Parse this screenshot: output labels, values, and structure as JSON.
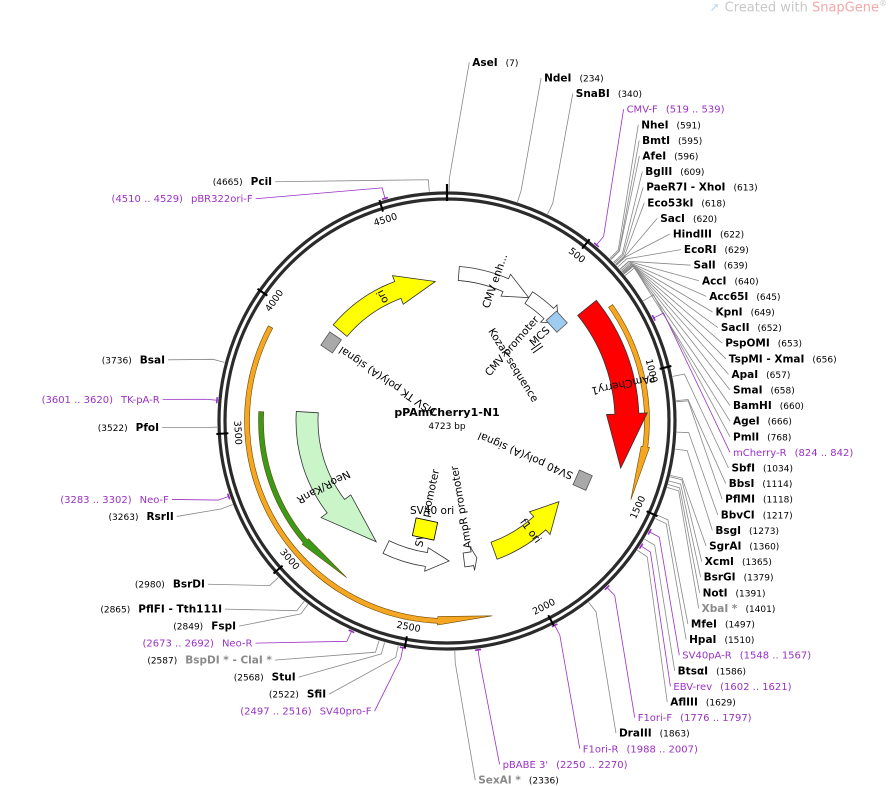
{
  "watermark": {
    "prefix": "Created with ",
    "brand": "SnapGene",
    "reg": "®"
  },
  "plasmid": {
    "name": "pPAmCherry1-N1",
    "size_label": "4723 bp",
    "length": 4723
  },
  "colors": {
    "ring": "#2b2b2b",
    "primer": "#9a31c4",
    "tick": "#000000",
    "leader": "#888888",
    "ori": "#ffff00",
    "mcherry": "#ff0000",
    "neo": "#c9f5c9",
    "orange": "#f5a623",
    "green": "#3a9a1a",
    "mcs": "#9ecbf0",
    "polya": "#a9a9a9",
    "white": "#ffffff"
  },
  "ticks": [
    {
      "pos": 500,
      "label": "500"
    },
    {
      "pos": 1000,
      "label": "1000"
    },
    {
      "pos": 1500,
      "label": "1500"
    },
    {
      "pos": 2000,
      "label": "2000"
    },
    {
      "pos": 2500,
      "label": "2500"
    },
    {
      "pos": 3000,
      "label": "3000"
    },
    {
      "pos": 3500,
      "label": "3500"
    },
    {
      "pos": 4000,
      "label": "4000"
    },
    {
      "pos": 4500,
      "label": "4500"
    }
  ],
  "features": [
    {
      "label": "ori",
      "start": 4070,
      "end": 4660,
      "dir": "fwd",
      "color": "#ffff00",
      "r": 140,
      "w": 18,
      "labelPos": "inside"
    },
    {
      "label": "CMV enh...",
      "start": 60,
      "end": 440,
      "dir": "fwd",
      "color": "#ffffff",
      "r": 148,
      "w": 14,
      "labelPos": "inside"
    },
    {
      "label": "CMV promoter",
      "start": 440,
      "end": 640,
      "dir": "fwd",
      "color": "#ffffff",
      "r": 148,
      "w": 14,
      "labelPos": "below"
    },
    {
      "label": "MCS",
      "start": 605,
      "end": 650,
      "dir": "none",
      "color": "#9ecbf0",
      "r": 148,
      "w": 14,
      "labelPos": "below"
    },
    {
      "label": "PAmCherry1",
      "start": 670,
      "end": 1380,
      "dir": "fwd",
      "color": "#ff0000",
      "r": 180,
      "w": 24,
      "labelPos": "inside",
      "labelColor": "#ffffff"
    },
    {
      "label": "SV40 poly(A) signal",
      "start": 1470,
      "end": 1510,
      "dir": "none",
      "color": "#a9a9a9",
      "r": 148,
      "w": 14,
      "labelPos": "below"
    },
    {
      "label": "f1 ori",
      "start": 1650,
      "end": 2100,
      "dir": "rev",
      "color": "#ffff00",
      "r": 138,
      "w": 18,
      "labelPos": "inside"
    },
    {
      "label": "AmpR promoter",
      "start": 2200,
      "end": 2270,
      "dir": "rev",
      "color": "#ffffff",
      "r": 140,
      "w": 14,
      "labelPos": "below"
    },
    {
      "label": "SV40 promoter",
      "start": 2350,
      "end": 2700,
      "dir": "rev",
      "color": "#ffffff",
      "r": 140,
      "w": 14,
      "labelPos": "below"
    },
    {
      "label": "NeoR/KanR",
      "start": 2760,
      "end": 3590,
      "dir": "rev",
      "color": "#c9f5c9",
      "r": 140,
      "w": 22,
      "labelPos": "inside"
    },
    {
      "label": "HSV TK poly(A) signal",
      "start": 3970,
      "end": 4010,
      "dir": "none",
      "color": "#a9a9a9",
      "r": 140,
      "w": 14,
      "labelPos": "below"
    }
  ],
  "arcs": [
    {
      "start": 720,
      "end": 1485,
      "r": 200,
      "color": "#f5a623",
      "dir": "fwd"
    },
    {
      "start": 2190,
      "end": 3910,
      "r": 200,
      "color": "#f5a623",
      "dir": "rev"
    },
    {
      "start": 2790,
      "end": 3580,
      "r": 186,
      "color": "#3a9a1a",
      "dir": "rev"
    }
  ],
  "features_text": {
    "sv40_ori": "SV40 ori",
    "kozak": "Kozak sequence"
  },
  "sites": [
    {
      "name": "AseI",
      "pos": "(7)",
      "bp": 7,
      "type": "enzyme"
    },
    {
      "name": "NdeI",
      "pos": "(234)",
      "bp": 234,
      "type": "enzyme"
    },
    {
      "name": "SnaBI",
      "pos": "(340)",
      "bp": 340,
      "type": "enzyme"
    },
    {
      "name": "CMV-F",
      "pos": "(519 .. 539)",
      "bp": 529,
      "type": "primer"
    },
    {
      "name": "NheI",
      "pos": "(591)",
      "bp": 591,
      "type": "enzyme"
    },
    {
      "name": "BmtI",
      "pos": "(595)",
      "bp": 595,
      "type": "enzyme"
    },
    {
      "name": "AfeI",
      "pos": "(596)",
      "bp": 596,
      "type": "enzyme"
    },
    {
      "name": "BglII",
      "pos": "(609)",
      "bp": 609,
      "type": "enzyme"
    },
    {
      "name": "PaeR7I - XhoI",
      "pos": "(613)",
      "bp": 613,
      "type": "enzyme"
    },
    {
      "name": "Eco53kI",
      "pos": "(618)",
      "bp": 618,
      "type": "enzyme"
    },
    {
      "name": "SacI",
      "pos": "(620)",
      "bp": 620,
      "type": "enzyme"
    },
    {
      "name": "HindIII",
      "pos": "(622)",
      "bp": 622,
      "type": "enzyme"
    },
    {
      "name": "EcoRI",
      "pos": "(629)",
      "bp": 629,
      "type": "enzyme"
    },
    {
      "name": "SalI",
      "pos": "(639)",
      "bp": 639,
      "type": "enzyme"
    },
    {
      "name": "AccI",
      "pos": "(640)",
      "bp": 640,
      "type": "enzyme"
    },
    {
      "name": "Acc65I",
      "pos": "(645)",
      "bp": 645,
      "type": "enzyme"
    },
    {
      "name": "KpnI",
      "pos": "(649)",
      "bp": 649,
      "type": "enzyme"
    },
    {
      "name": "SacII",
      "pos": "(652)",
      "bp": 652,
      "type": "enzyme"
    },
    {
      "name": "PspOMI",
      "pos": "(653)",
      "bp": 653,
      "type": "enzyme"
    },
    {
      "name": "TspMI - XmaI",
      "pos": "(656)",
      "bp": 656,
      "type": "enzyme"
    },
    {
      "name": "ApaI",
      "pos": "(657)",
      "bp": 657,
      "type": "enzyme"
    },
    {
      "name": "SmaI",
      "pos": "(658)",
      "bp": 658,
      "type": "enzyme"
    },
    {
      "name": "BamHI",
      "pos": "(660)",
      "bp": 660,
      "type": "enzyme"
    },
    {
      "name": "AgeI",
      "pos": "(666)",
      "bp": 666,
      "type": "enzyme"
    },
    {
      "name": "PmlI",
      "pos": "(768)",
      "bp": 768,
      "type": "enzyme"
    },
    {
      "name": "mCherry-R",
      "pos": "(824 .. 842)",
      "bp": 833,
      "type": "primer"
    },
    {
      "name": "SbfI",
      "pos": "(1034)",
      "bp": 1034,
      "type": "enzyme"
    },
    {
      "name": "BbsI",
      "pos": "(1114)",
      "bp": 1114,
      "type": "enzyme"
    },
    {
      "name": "PflMI",
      "pos": "(1118)",
      "bp": 1118,
      "type": "enzyme"
    },
    {
      "name": "BbvCI",
      "pos": "(1217)",
      "bp": 1217,
      "type": "enzyme"
    },
    {
      "name": "BsgI",
      "pos": "(1273)",
      "bp": 1273,
      "type": "enzyme"
    },
    {
      "name": "SgrAI",
      "pos": "(1360)",
      "bp": 1360,
      "type": "enzyme"
    },
    {
      "name": "XcmI",
      "pos": "(1365)",
      "bp": 1365,
      "type": "enzyme"
    },
    {
      "name": "BsrGI",
      "pos": "(1379)",
      "bp": 1379,
      "type": "enzyme"
    },
    {
      "name": "NotI",
      "pos": "(1391)",
      "bp": 1391,
      "type": "enzyme"
    },
    {
      "name": "XbaI *",
      "pos": "(1401)",
      "bp": 1401,
      "type": "gray"
    },
    {
      "name": "MfeI",
      "pos": "(1497)",
      "bp": 1497,
      "type": "enzyme"
    },
    {
      "name": "HpaI",
      "pos": "(1510)",
      "bp": 1510,
      "type": "enzyme"
    },
    {
      "name": "SV40pA-R",
      "pos": "(1548 .. 1567)",
      "bp": 1557,
      "type": "primer"
    },
    {
      "name": "BtsαI",
      "pos": "(1586)",
      "bp": 1586,
      "type": "enzyme"
    },
    {
      "name": "EBV-rev",
      "pos": "(1602 .. 1621)",
      "bp": 1611,
      "type": "primer"
    },
    {
      "name": "AflIII",
      "pos": "(1629)",
      "bp": 1629,
      "type": "enzyme"
    },
    {
      "name": "F1ori-F",
      "pos": "(1776 .. 1797)",
      "bp": 1786,
      "type": "primer"
    },
    {
      "name": "DraIII",
      "pos": "(1863)",
      "bp": 1863,
      "type": "enzyme"
    },
    {
      "name": "F1ori-R",
      "pos": "(1988 .. 2007)",
      "bp": 1997,
      "type": "primer"
    },
    {
      "name": "pBABE 3'",
      "pos": "(2250 .. 2270)",
      "bp": 2260,
      "type": "primer"
    },
    {
      "name": "SexAI *",
      "pos": "(2336)",
      "bp": 2336,
      "type": "gray"
    },
    {
      "name": "SV40pro-F",
      "pos": "(2497 .. 2516)",
      "bp": 2506,
      "type": "primer"
    },
    {
      "name": "SfiI",
      "pos": "(2522)",
      "bp": 2522,
      "type": "enzyme"
    },
    {
      "name": "StuI",
      "pos": "(2568)",
      "bp": 2568,
      "type": "enzyme"
    },
    {
      "name": "BspDI * - ClaI *",
      "pos": "(2587)",
      "bp": 2587,
      "type": "gray"
    },
    {
      "name": "Neo-R",
      "pos": "(2673 .. 2692)",
      "bp": 2682,
      "type": "primer"
    },
    {
      "name": "FspI",
      "pos": "(2849)",
      "bp": 2849,
      "type": "enzyme"
    },
    {
      "name": "PflFI - Tth111I",
      "pos": "(2865)",
      "bp": 2865,
      "type": "enzyme"
    },
    {
      "name": "BsrDI",
      "pos": "(2980)",
      "bp": 2980,
      "type": "enzyme"
    },
    {
      "name": "RsrII",
      "pos": "(3263)",
      "bp": 3263,
      "type": "enzyme"
    },
    {
      "name": "Neo-F",
      "pos": "(3283 .. 3302)",
      "bp": 3292,
      "type": "primer"
    },
    {
      "name": "PfoI",
      "pos": "(3522)",
      "bp": 3522,
      "type": "enzyme"
    },
    {
      "name": "TK-pA-R",
      "pos": "(3601 .. 3620)",
      "bp": 3610,
      "type": "primer"
    },
    {
      "name": "BsaI",
      "pos": "(3736)",
      "bp": 3736,
      "type": "enzyme"
    },
    {
      "name": "pBR322ori-F",
      "pos": "(4510 .. 4529)",
      "bp": 4519,
      "type": "primer"
    },
    {
      "name": "PciI",
      "pos": "(4665)",
      "bp": 4665,
      "type": "enzyme"
    }
  ]
}
